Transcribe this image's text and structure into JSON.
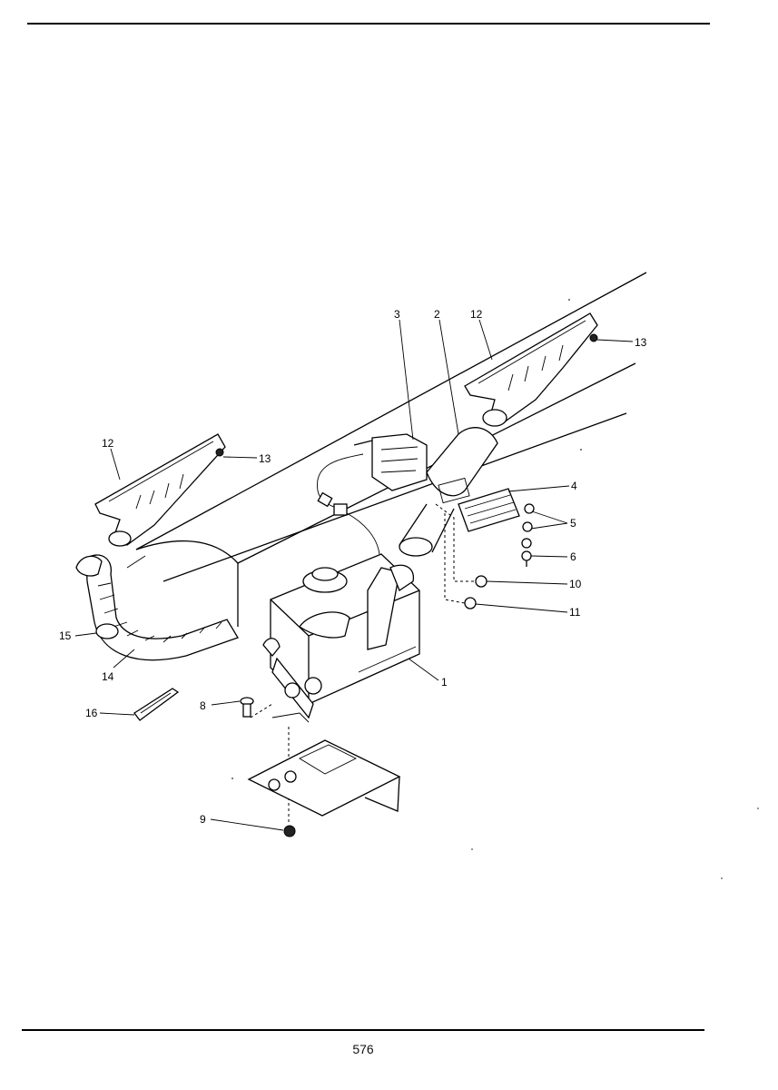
{
  "page": {
    "number": "576"
  },
  "callouts": [
    {
      "id": "c3",
      "text": "3"
    },
    {
      "id": "c2",
      "text": "2"
    },
    {
      "id": "c12a",
      "text": "12"
    },
    {
      "id": "c13a",
      "text": "13"
    },
    {
      "id": "c12b",
      "text": "12"
    },
    {
      "id": "c13b",
      "text": "13"
    },
    {
      "id": "c4",
      "text": "4"
    },
    {
      "id": "c5",
      "text": "5"
    },
    {
      "id": "c6",
      "text": "6"
    },
    {
      "id": "c10",
      "text": "10"
    },
    {
      "id": "c11",
      "text": "11"
    },
    {
      "id": "c15",
      "text": "15"
    },
    {
      "id": "c14",
      "text": "14"
    },
    {
      "id": "c1",
      "text": "1"
    },
    {
      "id": "c16",
      "text": "16"
    },
    {
      "id": "c8",
      "text": "8"
    },
    {
      "id": "c9",
      "text": "9"
    }
  ]
}
